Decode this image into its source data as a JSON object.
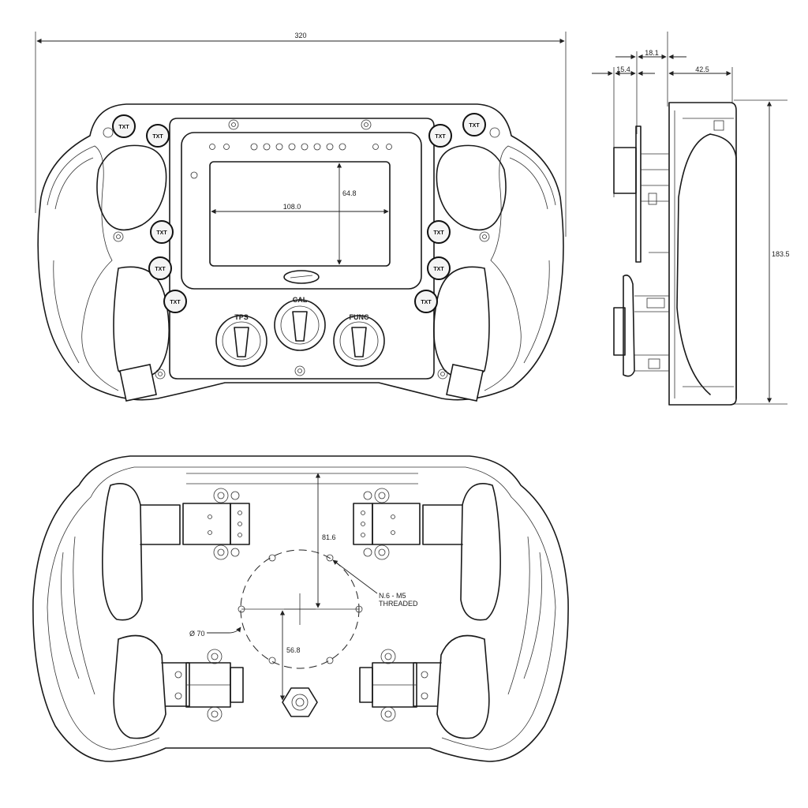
{
  "dimensions": {
    "overall_width": "320",
    "display_width": "108.0",
    "display_height": "64.8",
    "side_18_1": "18.1",
    "side_15_4": "15.4",
    "side_42_5": "42.5",
    "side_height": "183.5",
    "back_81_6": "81.6",
    "back_56_8": "56.8",
    "back_diameter": "Ø 70"
  },
  "labels": {
    "tps": "TPS",
    "cal": "CAL",
    "func": "FUNC",
    "button_txt": "TXT",
    "thread_line1": "N.6 - M5",
    "thread_line2": "THREADED"
  },
  "buttons": [
    {
      "id": "l1",
      "text": "TXT"
    },
    {
      "id": "l2",
      "text": "TXT"
    },
    {
      "id": "l3",
      "text": "TXT"
    },
    {
      "id": "l4",
      "text": "TXT"
    },
    {
      "id": "l5",
      "text": "TXT"
    },
    {
      "id": "r1",
      "text": "TXT"
    },
    {
      "id": "r2",
      "text": "TXT"
    },
    {
      "id": "r3",
      "text": "TXT"
    },
    {
      "id": "r4",
      "text": "TXT"
    },
    {
      "id": "r5",
      "text": "TXT"
    }
  ],
  "colors": {
    "line": "#1a1a1a",
    "background": "#ffffff"
  }
}
